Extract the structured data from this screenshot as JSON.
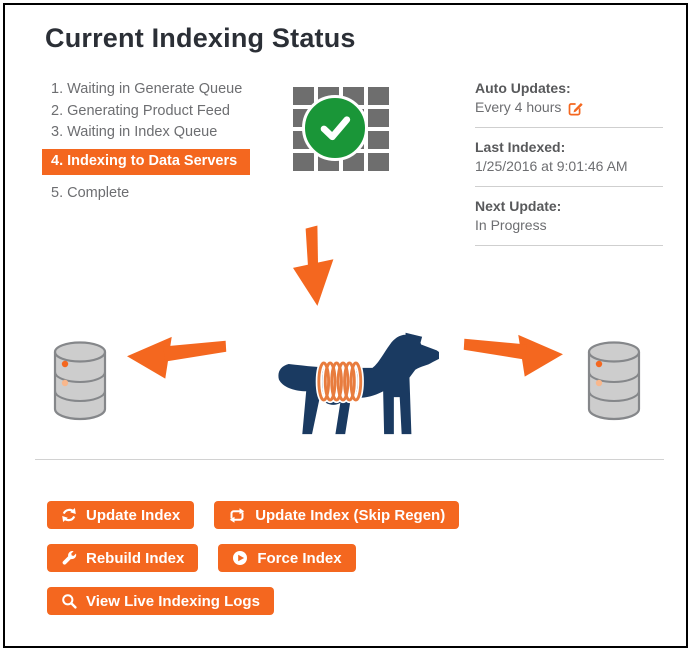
{
  "page": {
    "title": "Current Indexing Status"
  },
  "steps": {
    "items": [
      {
        "label": "1. Waiting in Generate Queue",
        "active": false
      },
      {
        "label": "2. Generating Product Feed",
        "active": false
      },
      {
        "label": "3. Waiting in Index Queue",
        "active": false
      },
      {
        "label": "4. Indexing to Data Servers",
        "active": true
      },
      {
        "label": "5. Complete",
        "active": false
      }
    ]
  },
  "status_panel": {
    "auto_updates": {
      "label": "Auto Updates:",
      "value": "Every 4 hours"
    },
    "last_indexed": {
      "label": "Last Indexed:",
      "value": "1/25/2016 at 9:01:46 AM"
    },
    "next_update": {
      "label": "Next Update:",
      "value": "In Progress"
    }
  },
  "buttons": {
    "update_index": {
      "label": "Update Index",
      "icon": "refresh-icon"
    },
    "update_index_skip_regen": {
      "label": "Update Index (Skip Regen)",
      "icon": "repeat-icon"
    },
    "rebuild_index": {
      "label": "Rebuild Index",
      "icon": "wrench-icon"
    },
    "force_index": {
      "label": "Force Index",
      "icon": "play-circle-icon"
    },
    "view_live_indexing_logs": {
      "label": "View Live Indexing Logs",
      "icon": "search-icon"
    }
  },
  "graphics": {
    "status_graphic": "index-grid-with-green-check",
    "edit_icon": "edit-pencil-square-icon",
    "diagram_icons": [
      "arrow-down-icon",
      "arrow-left-icon",
      "arrow-right-icon",
      "dog-with-spring-logo",
      "database-cylinder-left",
      "database-cylinder-right"
    ]
  },
  "colors": {
    "accent_orange": "#F4671F",
    "success_green": "#1A9638",
    "navy": "#1A3A61",
    "text_gray": "#6D6E71",
    "label_gray": "#58595B",
    "grid_gray": "#6E6E6E"
  }
}
